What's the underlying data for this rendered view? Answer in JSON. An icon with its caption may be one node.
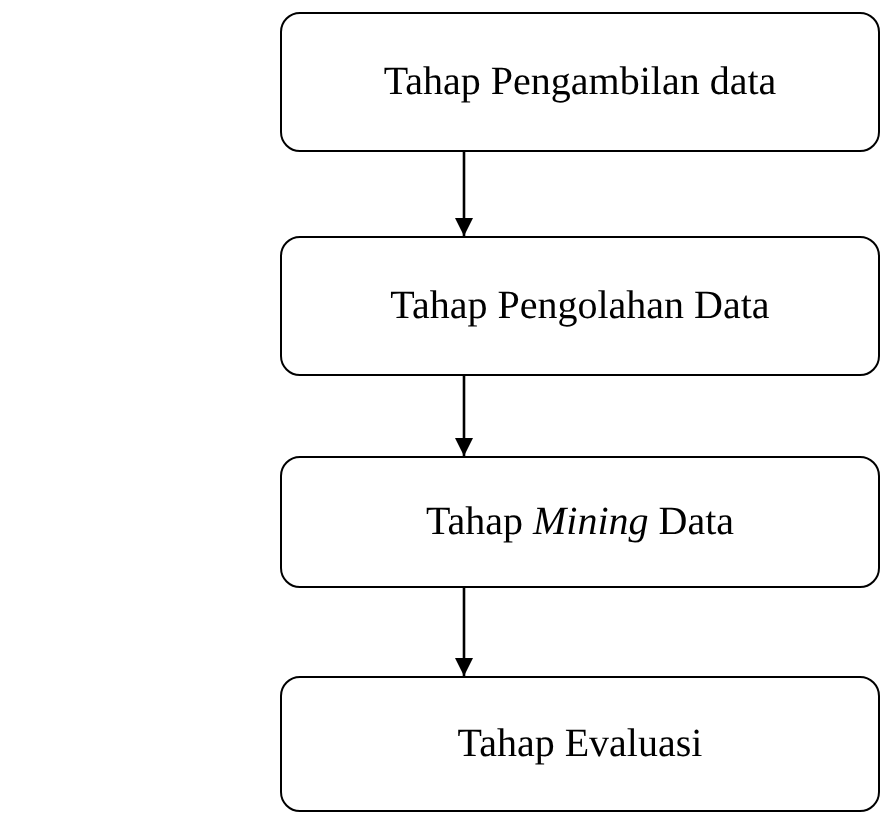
{
  "diagram": {
    "nodes": [
      {
        "text": [
          "Tahap Pengambilan data"
        ]
      },
      {
        "text": [
          "Tahap Pengolahan Data"
        ]
      },
      {
        "text": [
          "Tahap *Mining* Data"
        ]
      },
      {
        "text": [
          "Tahap Evaluasi"
        ]
      }
    ],
    "edges": [
      {
        "from": 0,
        "to": 1,
        "arrow": "to"
      },
      {
        "from": 1,
        "to": 2,
        "arrow": "to"
      },
      {
        "from": 2,
        "to": 3,
        "arrow": "to"
      }
    ]
  }
}
